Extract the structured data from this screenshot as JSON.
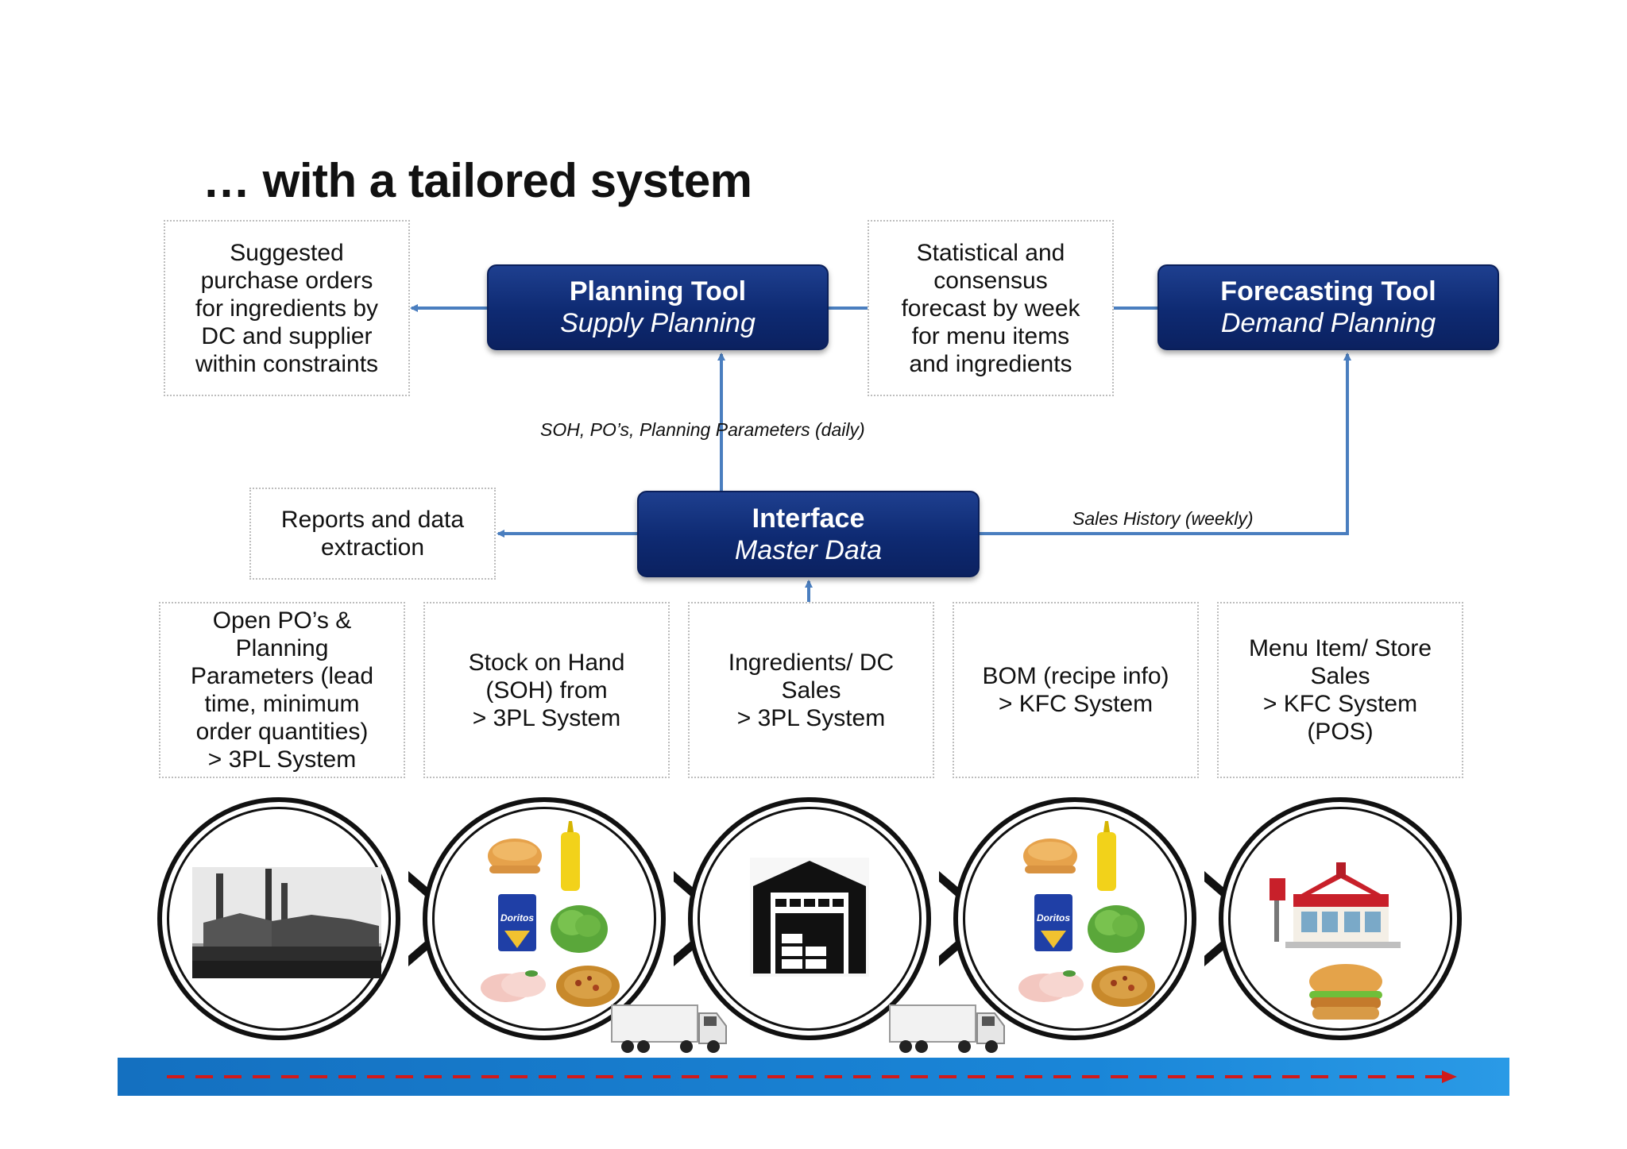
{
  "title": "… with a tailored system",
  "boxes": {
    "suggested_po": "Suggested\npurchase orders\nfor ingredients by\nDC and supplier\nwithin constraints",
    "forecast_output": "Statistical and\nconsensus\nforecast by week\nfor menu items\nand ingredients",
    "reports": "Reports and data\nextraction"
  },
  "tools": {
    "planning": {
      "name": "Planning Tool",
      "sub": "Supply Planning"
    },
    "forecasting": {
      "name": "Forecasting Tool",
      "sub": "Demand Planning"
    },
    "interface": {
      "name": "Interface",
      "sub": "Master Data"
    }
  },
  "flows": {
    "soh": "SOH, PO’s, Planning Parameters (daily)",
    "sales_history": "Sales History (weekly)"
  },
  "sources": [
    "Open PO’s &\nPlanning\nParameters (lead\ntime, minimum\norder quantities)\n> 3PL System",
    "Stock on Hand\n(SOH) from\n> 3PL System",
    "Ingredients/ DC\nSales\n>  3PL System",
    "BOM (recipe info)\n> KFC System",
    "Menu Item/ Store\nSales\n> KFC System\n(POS)"
  ],
  "product_labels": {
    "chips_brand": "Doritos"
  },
  "colors": {
    "navy": "#0e2a72",
    "arrow_blue": "#4a7ebf",
    "bar_blue": "#1a86d8",
    "dash_red": "#d11a1a"
  }
}
